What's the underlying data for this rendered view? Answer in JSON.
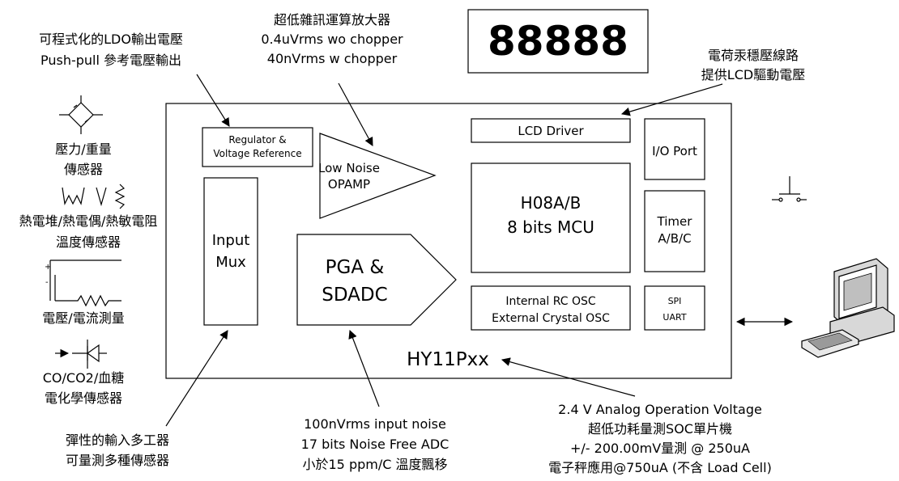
{
  "display": {
    "digits": "88888"
  },
  "chip": {
    "name": "HY11Pxx",
    "regulator": [
      "Regulator &",
      "Voltage Reference"
    ],
    "opamp": [
      "Low Noise",
      "OPAMP"
    ],
    "pga": [
      "PGA &",
      "SDADC"
    ],
    "input_mux": [
      "Input",
      "Mux"
    ],
    "lcd_driver": "LCD Driver",
    "mcu": [
      "H08A/B",
      "8 bits MCU"
    ],
    "osc": [
      "Internal RC OSC",
      "External Crystal OSC"
    ],
    "io_port": "I/O Port",
    "timer": [
      "Timer",
      "A/B/C"
    ],
    "spi_uart": [
      "SPI",
      "UART"
    ]
  },
  "callouts": {
    "ldo": [
      "可程式化的LDO輸出電壓",
      "Push-pull 參考電壓輸出"
    ],
    "opamp": [
      "超低雜訊運算放大器",
      "0.4uVrms wo chopper",
      "40nVrms w chopper"
    ],
    "charge_pump": [
      "電荷汞穩壓線路",
      "提供LCD驅動電壓"
    ],
    "mux": [
      "彈性的輸入多工器",
      "可量測多種傳感器"
    ],
    "adc": [
      "100nVrms input noise",
      "17 bits Noise Free ADC",
      "小於15 ppm/C 溫度飄移"
    ],
    "power": [
      "2.4 V Analog Operation Voltage",
      "超低功耗量測SOC單片機",
      "+/- 200.00mV量測 @ 250uA",
      "電子秤應用@750uA (不含 Load Cell)"
    ]
  },
  "sensors": {
    "pressure": [
      "壓力/重量",
      "傳感器"
    ],
    "thermal": [
      "熱電堆/熱電偶/熱敏電阻",
      "溫度傳感器"
    ],
    "voltage_current": "電壓/電流測量",
    "gas": [
      "CO/CO2/血糖",
      "電化學傳感器"
    ]
  },
  "colors": {
    "stroke": "#000000",
    "background": "#ffffff"
  }
}
